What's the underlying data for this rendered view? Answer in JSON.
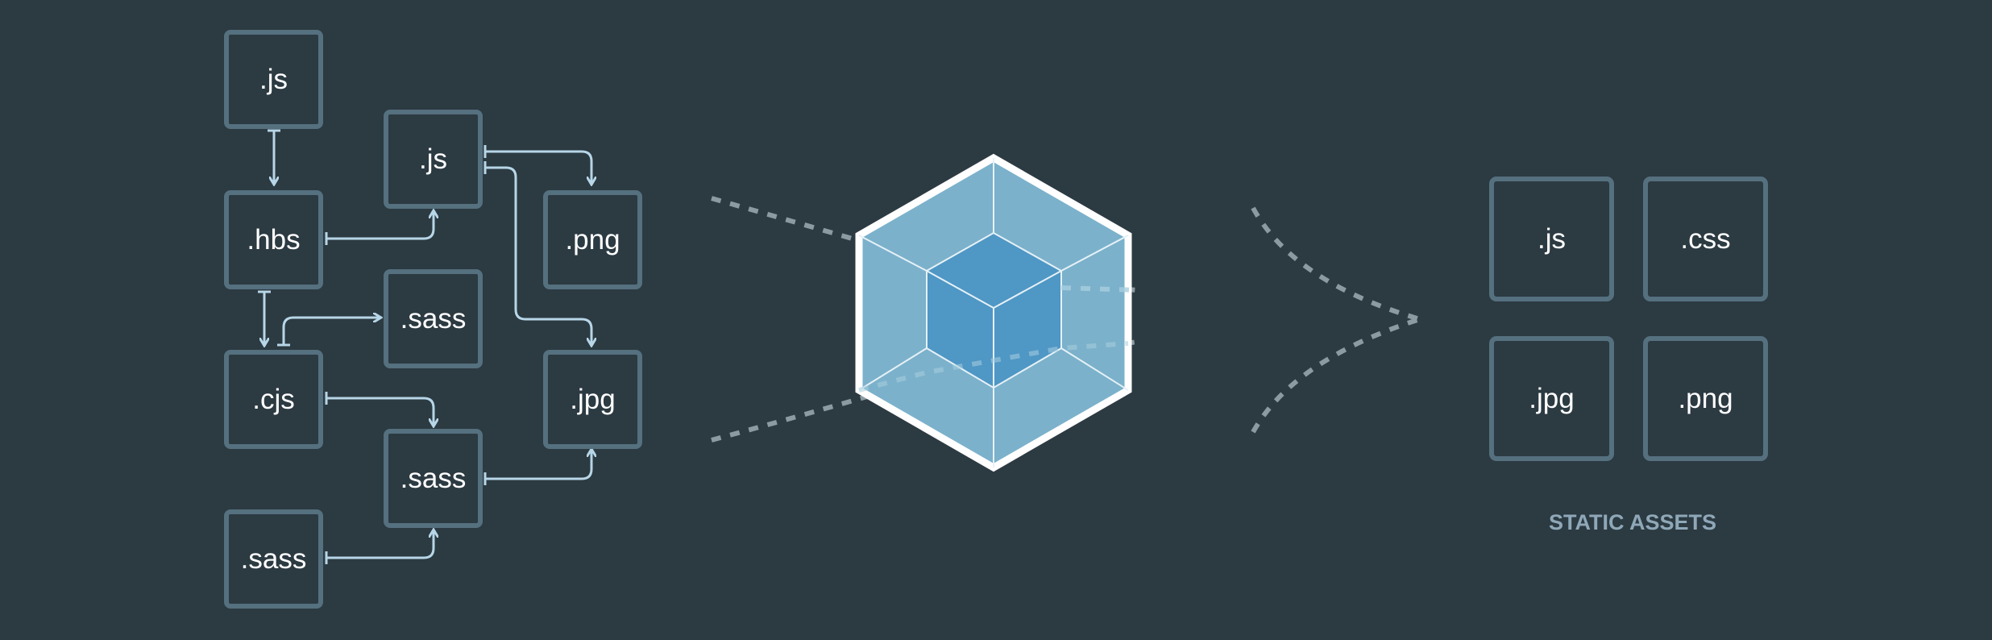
{
  "source_files": [
    {
      "id": "js-top",
      "label": ".js"
    },
    {
      "id": "hbs",
      "label": ".hbs"
    },
    {
      "id": "cjs",
      "label": ".cjs"
    },
    {
      "id": "sass-bottom",
      "label": ".sass"
    },
    {
      "id": "js-mid",
      "label": ".js"
    },
    {
      "id": "sass-mid",
      "label": ".sass"
    },
    {
      "id": "sass-low",
      "label": ".sass"
    },
    {
      "id": "png",
      "label": ".png"
    },
    {
      "id": "jpg",
      "label": ".jpg"
    }
  ],
  "static_assets": [
    {
      "id": "js",
      "label": ".js"
    },
    {
      "id": "css",
      "label": ".css"
    },
    {
      "id": "jpg",
      "label": ".jpg"
    },
    {
      "id": "png",
      "label": ".png"
    }
  ],
  "caption": "STATIC ASSETS",
  "colors": {
    "background": "#2c3a42",
    "box_border": "#55707f",
    "connector": "#b7d6e7",
    "cube_outer": "#8ed6fb",
    "cube_inner": "#1c78c0",
    "dotted": "#8c9aa1"
  }
}
